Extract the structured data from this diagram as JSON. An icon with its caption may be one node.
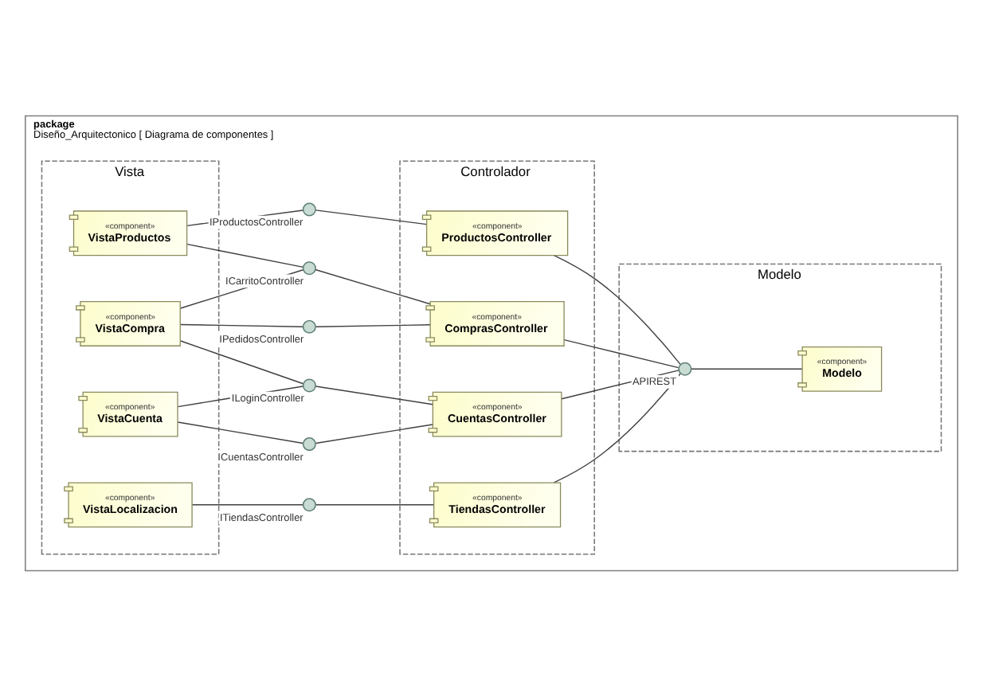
{
  "diagram": {
    "nodes": [
      {
        "text": [
          "package",
          "Diseño_Arquitectonico [ Diagrama de componentes ]"
        ]
      },
      {
        "text": [
          "Vista"
        ],
        "in": 0
      },
      {
        "text": [
          "Controlador"
        ],
        "in": 0
      },
      {
        "text": [
          "Modelo"
        ],
        "in": 0
      },
      {
        "text": [
          "«component»",
          "VistaProductos"
        ],
        "in": 1
      },
      {
        "text": [
          "IProductosController"
        ],
        "in": 0
      },
      {
        "text": [
          "«component»",
          "ProductosController"
        ],
        "in": 2
      },
      {
        "text": [
          "ICarritoController"
        ],
        "in": 0
      },
      {
        "text": [
          "«component»",
          "VistaCompra"
        ],
        "in": 1
      },
      {
        "text": [
          "«component»",
          "ComprasController"
        ],
        "in": 2
      },
      {
        "text": [
          "IPedidosController"
        ],
        "in": 0
      },
      {
        "text": [
          "«component»",
          "Modelo"
        ],
        "in": 3
      },
      {
        "text": [
          "APIREST"
        ],
        "in": 3
      },
      {
        "text": [
          "ILoginController"
        ],
        "in": 0
      },
      {
        "text": [
          "«component»",
          "VistaCuenta"
        ],
        "in": 1
      },
      {
        "text": [
          "«component»",
          "CuentasController"
        ],
        "in": 2
      },
      {
        "text": [
          "ICuentasController"
        ],
        "in": 0
      },
      {
        "text": [
          "«component»",
          "VistaLocalizacion"
        ],
        "in": 1
      },
      {
        "text": [
          "ITiendasController"
        ],
        "in": 0
      },
      {
        "text": [
          "«component»",
          "TiendasController"
        ],
        "in": 2
      }
    ],
    "edges": [
      {
        "from": 4,
        "to": 5,
        "arrow": "none"
      },
      {
        "from": 5,
        "to": 6,
        "arrow": "none"
      },
      {
        "from": 4,
        "to": 7,
        "arrow": "none"
      },
      {
        "from": 8,
        "to": 7,
        "arrow": "none"
      },
      {
        "from": 7,
        "to": 9,
        "arrow": "none"
      },
      {
        "from": 8,
        "to": 10,
        "arrow": "none"
      },
      {
        "from": 10,
        "to": 9,
        "arrow": "none"
      },
      {
        "from": 8,
        "to": 13,
        "arrow": "none"
      },
      {
        "from": 14,
        "to": 13,
        "arrow": "none"
      },
      {
        "from": 13,
        "to": 15,
        "arrow": "none"
      },
      {
        "from": 14,
        "to": 16,
        "arrow": "none"
      },
      {
        "from": 16,
        "to": 15,
        "arrow": "none"
      },
      {
        "from": 17,
        "to": 18,
        "arrow": "none"
      },
      {
        "from": 18,
        "to": 19,
        "arrow": "none"
      },
      {
        "from": 6,
        "to": 12,
        "arrow": "none"
      },
      {
        "from": 9,
        "to": 12,
        "arrow": "none"
      },
      {
        "from": 15,
        "to": 12,
        "arrow": "none"
      },
      {
        "from": 19,
        "to": 12,
        "arrow": "none"
      },
      {
        "from": 12,
        "to": 11,
        "arrow": "none"
      }
    ]
  }
}
